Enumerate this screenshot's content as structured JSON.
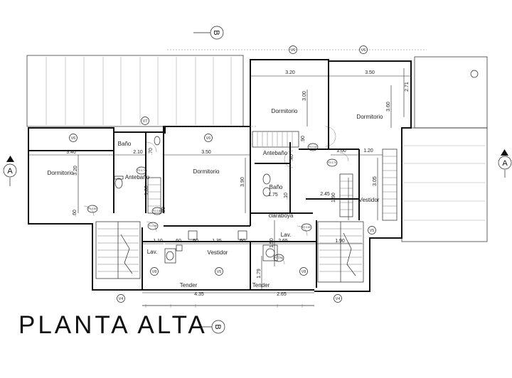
{
  "title": "PLANTA ALTA",
  "section_markers": {
    "top": "B",
    "bottom": "B",
    "left": "A",
    "right": "A"
  },
  "rooms": {
    "dormitorio_left": "Dormitorio",
    "dormitorio_center": "Dormitorio",
    "dormitorio_top_left": "Dormitorio",
    "dormitorio_top_right": "Dormitorio",
    "bano_left": "Baño",
    "antebano_left": "Antebaño",
    "antebano_right": "Antebaño",
    "bano_right": "Baño",
    "claraboya": "claraboya",
    "vestidor_right": "Vestidor",
    "vestidor_center": "Vestidor",
    "lav_left": "Lav.",
    "lav_right": "Lav.",
    "tender_left": "Tender",
    "tender_right": "Tender"
  },
  "dimensions": {
    "d320_top": "3.20",
    "d350_top": "3.50",
    "d271": "2.71",
    "d300": "3.00",
    "d360": "3.60",
    "d340": "3.40",
    "d210": "2.10",
    "d350_mid": "3.50",
    "d320_left": "3.20",
    "d390": "3.90",
    "d160": "1.60",
    "d120": "1.20",
    "d305": "3.05",
    "d175": "1.75",
    "d245": "2.45",
    "d190_v": "1.90",
    "d110": "1.10",
    "d60a": ".60",
    "d60b": ".60",
    "d135": "1.35",
    "d60c": ".60",
    "d265_mid": "2.65",
    "d190_h": "1.90",
    "d435": "4.35",
    "d265_bottom": "2.65",
    "d179": "1.79",
    "d150": "1.50",
    "d100": "1.00",
    "d90": ".90",
    "d60_left": ".60",
    "d70": ".70",
    "d40": ".40",
    "d90b": ".90",
    "d10": ".10"
  },
  "tags": {
    "v6_top_a": "V6",
    "v6_top_b": "V6",
    "v7": "V7",
    "v6_mid_a": "V6",
    "v6_mid_b": "V6",
    "v5_right": "V5",
    "v5_center": "V5",
    "v8_left": "V8",
    "v8_right": "V8",
    "v4_left": "V4",
    "v4_right": "V4"
  },
  "doors": {
    "p1_a": "P1 0.80",
    "p1_b": "P1 0.80",
    "p2_a": "P2 0.80",
    "p2_b": "P2 0.80",
    "p3_a": "P3 0.70",
    "p3_b": "P3 0.70",
    "p4_a": "P4 0.60",
    "p4_b": "P4 0.60"
  },
  "colors": {
    "line": "#111111",
    "background": "#ffffff"
  }
}
